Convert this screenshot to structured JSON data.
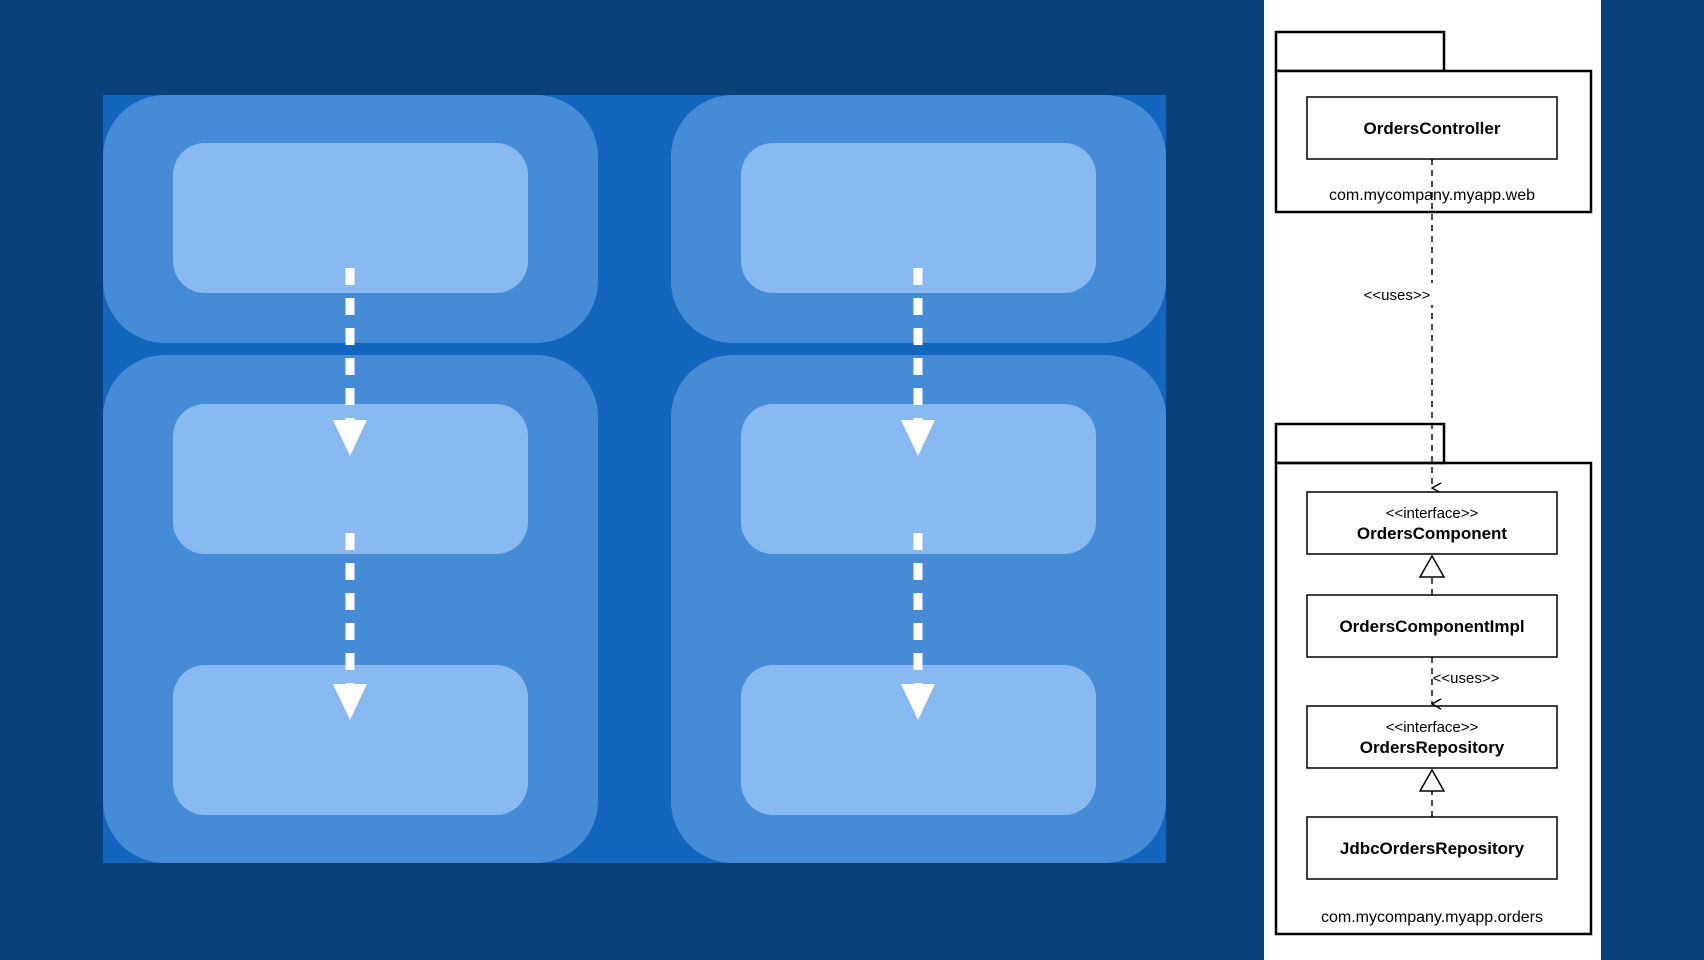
{
  "colors": {
    "background": "#0b417b",
    "container": "#1366be",
    "tile": "#458bd6",
    "box": "#88baf1",
    "arrow": "#ffffff",
    "panel": "#ffffff",
    "ink": "#000000"
  },
  "uml": {
    "web_package": {
      "name": "com.mycompany.myapp.web",
      "classes": [
        {
          "title": "OrdersController"
        }
      ]
    },
    "orders_package": {
      "name": "com.mycompany.myapp.orders",
      "classes": [
        {
          "stereotype": "<<interface>>",
          "title": "OrdersComponent"
        },
        {
          "title": "OrdersComponentImpl"
        },
        {
          "stereotype": "<<interface>>",
          "title": "OrdersRepository"
        },
        {
          "title": "JdbcOrdersRepository"
        }
      ]
    },
    "relations": [
      {
        "label": "<<uses>>",
        "from": "OrdersController",
        "to": "OrdersComponent",
        "kind": "dependency"
      },
      {
        "from": "OrdersComponentImpl",
        "to": "OrdersComponent",
        "kind": "realization"
      },
      {
        "label": "<<uses>>",
        "from": "OrdersComponentImpl",
        "to": "OrdersRepository",
        "kind": "dependency"
      },
      {
        "from": "JdbcOrdersRepository",
        "to": "OrdersRepository",
        "kind": "realization"
      }
    ]
  }
}
